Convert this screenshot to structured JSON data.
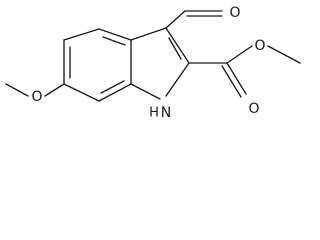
{
  "molecule": {
    "atom_labels": {
      "aldehyde_oxygen": "O",
      "ester_carbonyl_oxygen": "O",
      "ester_alkoxy_oxygen": "O",
      "methoxy_oxygen": "O",
      "indole_nitrogen": "H\nN"
    }
  }
}
